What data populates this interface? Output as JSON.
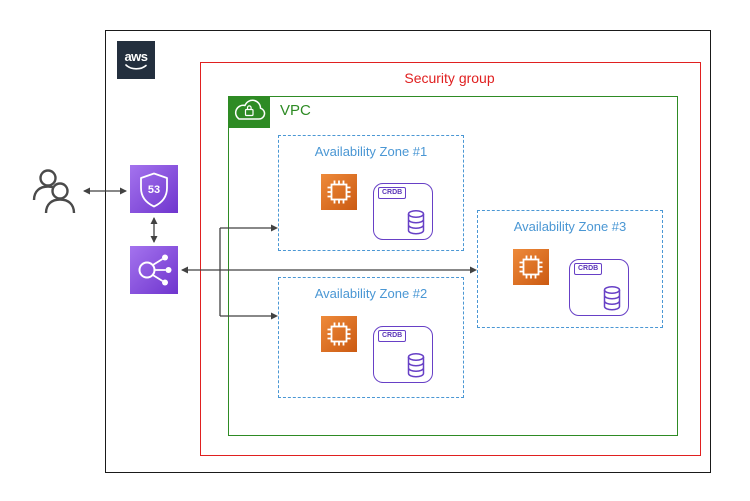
{
  "diagram": {
    "aws_logo_text": "aws",
    "security_group_label": "Security group",
    "vpc_label": "VPC",
    "zones": [
      {
        "label": "Availability Zone #1"
      },
      {
        "label": "Availability Zone #2"
      },
      {
        "label": "Availability Zone #3"
      }
    ],
    "crdb_label": "CRDB",
    "route53_text": "53",
    "colors": {
      "aws_dark": "#232F3E",
      "security_group_red": "#E02020",
      "vpc_green": "#2E8B24",
      "availability_zone_blue": "#4A97D4",
      "ec2_orange": "#CB5A12",
      "crdb_purple": "#6740C6",
      "icon_purple": "#6F35CE",
      "arrow_gray": "#424242"
    },
    "icons": {
      "logo": "aws-logo",
      "left_top": "users-icon",
      "left_mid": "route53-shield-icon",
      "left_bottom": "elastic-load-balancer-icon",
      "vpc": "vpc-cloud-lock-icon",
      "compute": "ec2-chip-icon",
      "database": "database-cylinder-icon"
    }
  }
}
